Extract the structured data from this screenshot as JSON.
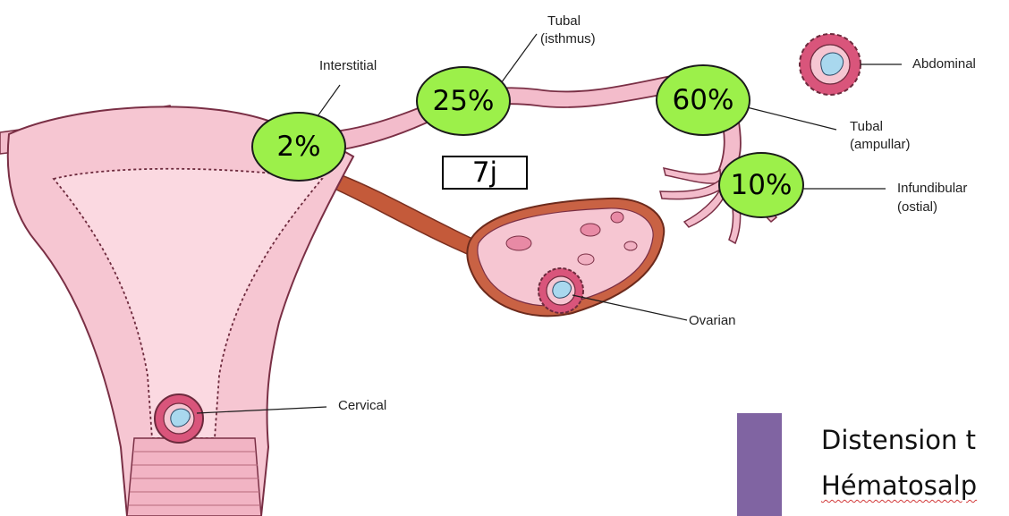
{
  "colors": {
    "tissue_light": "#f6c6d2",
    "tissue_mid": "#eaa0b4",
    "tissue_outline": "#7a2f45",
    "ligament": "#c45a3a",
    "embryo_blue": "#a9d8ee",
    "badge_fill": "#9cf04a",
    "accent_bar": "#8064a2"
  },
  "labels": {
    "interstitial": "Interstitial",
    "tubal_isthmus_1": "Tubal",
    "tubal_isthmus_2": "(isthmus)",
    "abdominal": "Abdominal",
    "tubal_ampullar_1": "Tubal",
    "tubal_ampullar_2": "(ampullar)",
    "infundibular_1": "Infundibular",
    "infundibular_2": "(ostial)",
    "ovarian": "Ovarian",
    "cervical": "Cervical"
  },
  "percentages": {
    "interstitial": "2%",
    "isthmus": "25%",
    "ampullar": "60%",
    "infundibular": "10%"
  },
  "time_box": "7j",
  "caption": {
    "line1": "Distension t",
    "line2": "Hématosalp"
  }
}
